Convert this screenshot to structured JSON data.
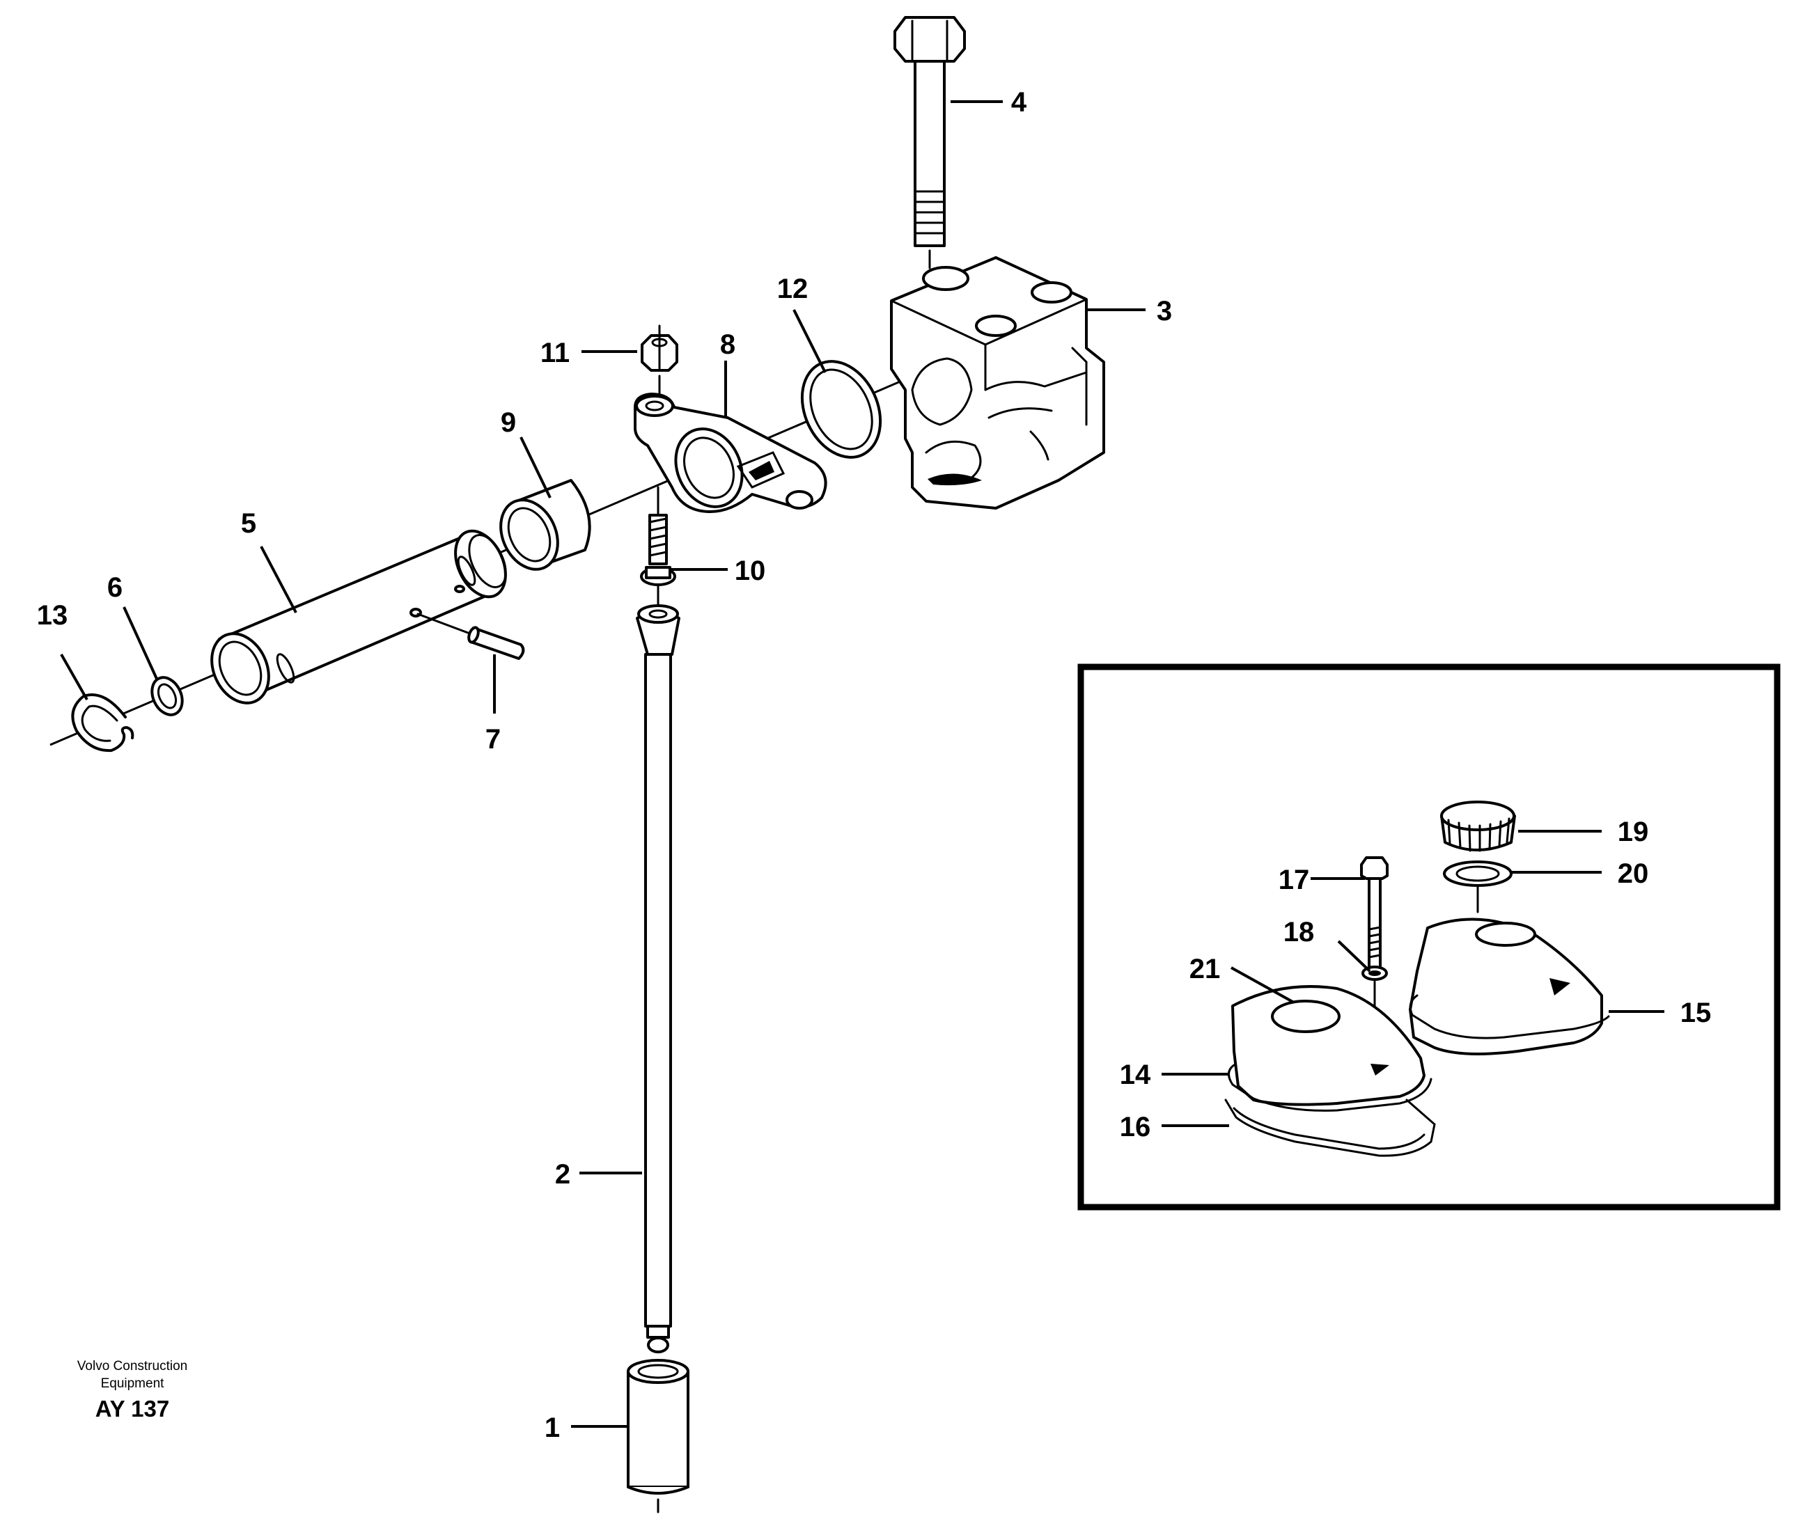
{
  "figure": {
    "callouts": {
      "p1": "1",
      "p2": "2",
      "p3": "3",
      "p4": "4",
      "p5": "5",
      "p6": "6",
      "p7": "7",
      "p8": "8",
      "p9": "9",
      "p10": "10",
      "p11": "11",
      "p12": "12",
      "p13": "13",
      "p14": "14",
      "p15": "15",
      "p16": "16",
      "p17": "17",
      "p18": "18",
      "p19": "19",
      "p20": "20",
      "p21": "21"
    },
    "manufacturer_line1": "Volvo Construction",
    "manufacturer_line2": "Equipment",
    "figure_code": "AY 137"
  }
}
